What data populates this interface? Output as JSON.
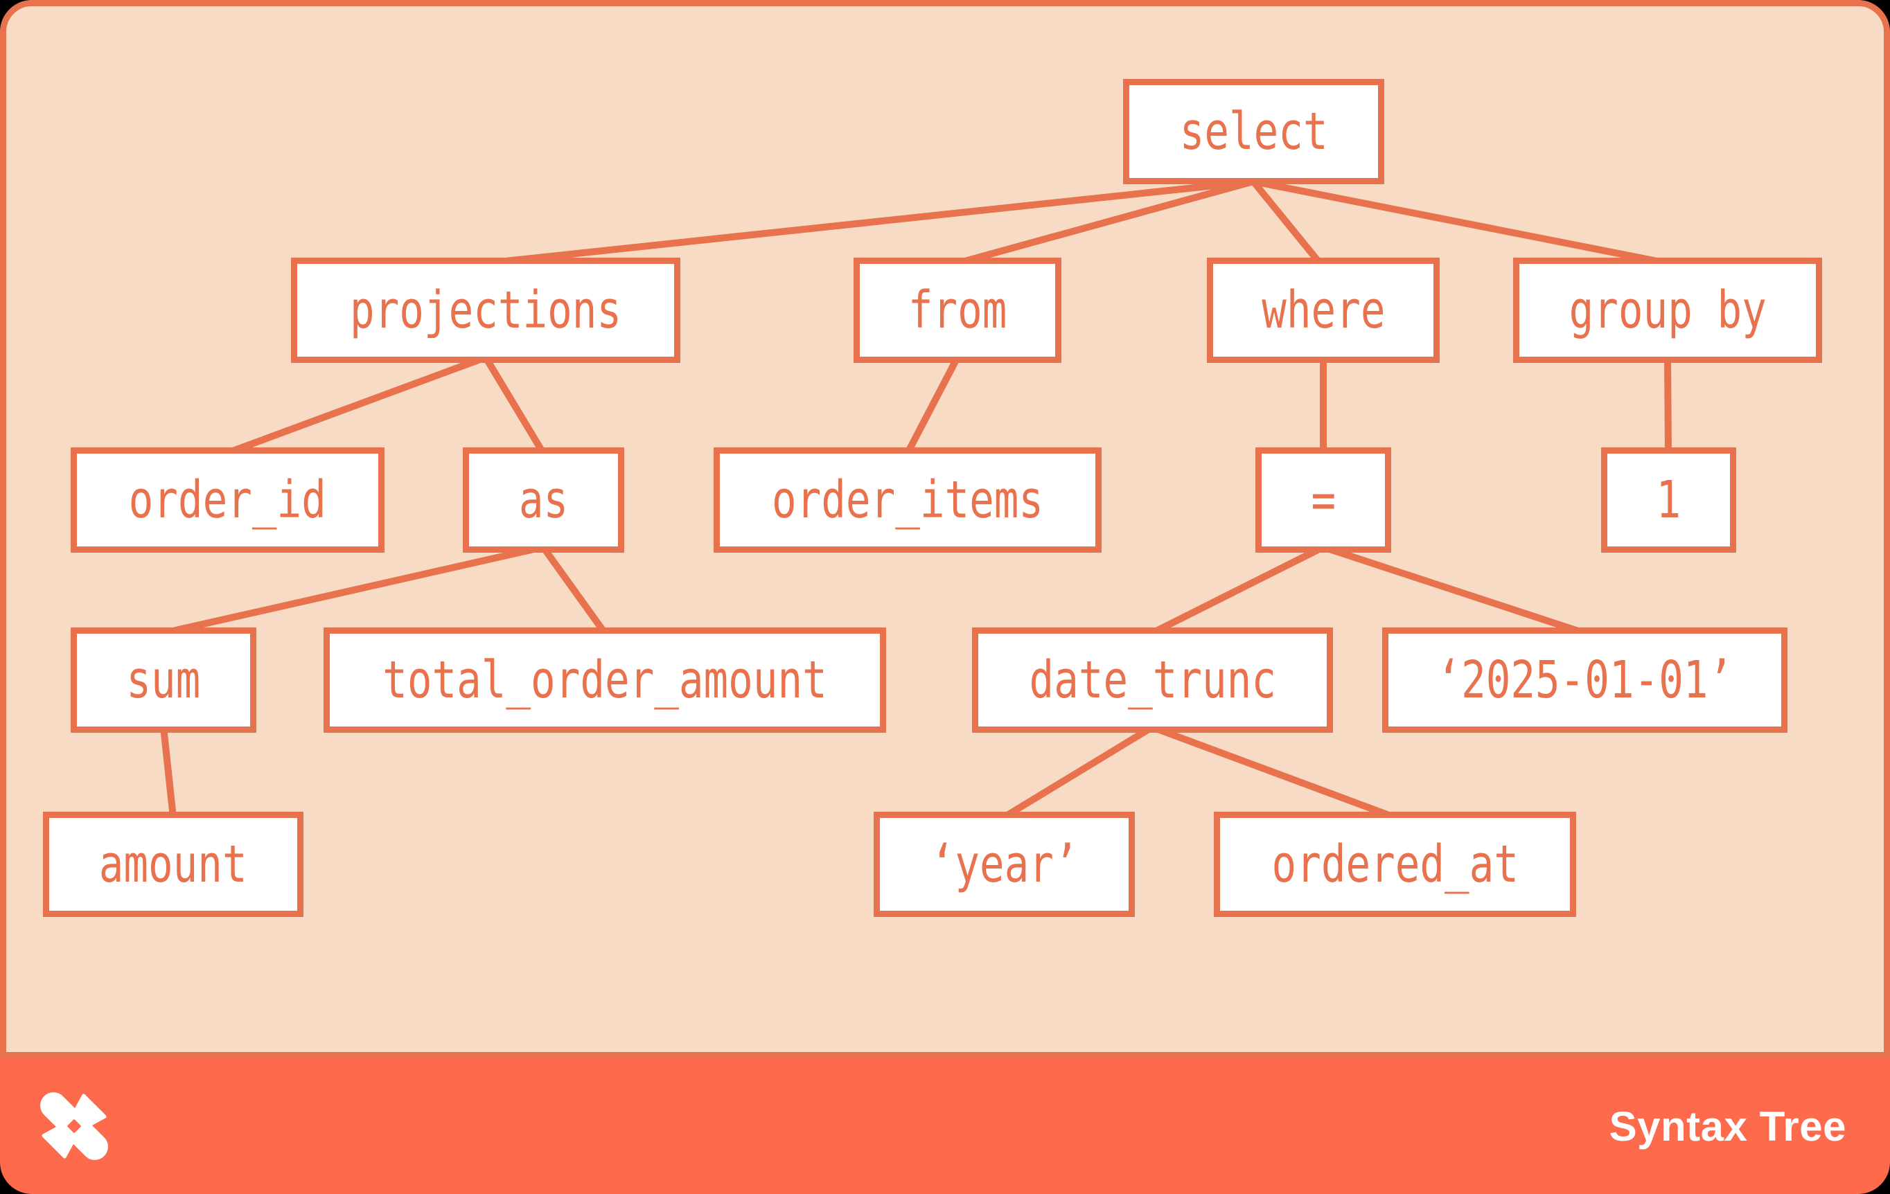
{
  "page": {
    "kind": "sql-syntax-tree-diagram"
  },
  "colors": {
    "accent": "#e8714e",
    "panel_background": "#f8dbc5",
    "frame_background": "#fd6a4c",
    "node_fill": "#ffffff",
    "footer_text": "#ffffff"
  },
  "tree": {
    "nodes": [
      {
        "id": "select",
        "label": "select"
      },
      {
        "id": "projections",
        "label": "projections"
      },
      {
        "id": "from",
        "label": "from"
      },
      {
        "id": "where",
        "label": "where"
      },
      {
        "id": "group-by",
        "label": "group by"
      },
      {
        "id": "order-id",
        "label": "order_id"
      },
      {
        "id": "as",
        "label": "as"
      },
      {
        "id": "order-items",
        "label": "order_items"
      },
      {
        "id": "equals",
        "label": "="
      },
      {
        "id": "one",
        "label": "1"
      },
      {
        "id": "sum",
        "label": "sum"
      },
      {
        "id": "total-order-amount",
        "label": "total_order_amount"
      },
      {
        "id": "date-trunc",
        "label": "date_trunc"
      },
      {
        "id": "date-literal",
        "label": "‘2025-01-01’"
      },
      {
        "id": "amount",
        "label": "amount"
      },
      {
        "id": "year-literal",
        "label": "‘year’"
      },
      {
        "id": "ordered-at",
        "label": "ordered_at"
      }
    ],
    "edges": [
      [
        "select",
        "projections"
      ],
      [
        "select",
        "from"
      ],
      [
        "select",
        "where"
      ],
      [
        "select",
        "group by"
      ],
      [
        "projections",
        "order_id"
      ],
      [
        "projections",
        "as"
      ],
      [
        "from",
        "order_items"
      ],
      [
        "where",
        "="
      ],
      [
        "group by",
        "1"
      ],
      [
        "as",
        "sum"
      ],
      [
        "as",
        "total_order_amount"
      ],
      [
        "sum",
        "amount"
      ],
      [
        "=",
        "date_trunc"
      ],
      [
        "=",
        "‘2025-01-01’"
      ],
      [
        "date_trunc",
        "‘year’"
      ],
      [
        "date_trunc",
        "ordered_at"
      ]
    ]
  },
  "footer": {
    "logo": "dbt-logo-icon",
    "title": "Syntax Tree"
  }
}
